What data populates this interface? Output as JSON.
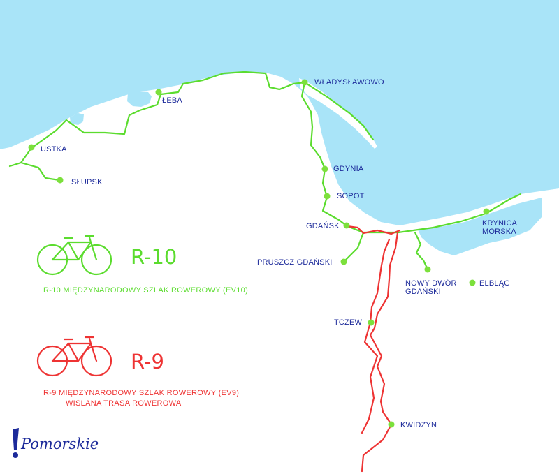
{
  "colors": {
    "sea": "#a9e4f8",
    "land": "#ffffff",
    "route_r10": "#5bdc2e",
    "route_r9": "#ee3333",
    "city_dot": "#7ce03c",
    "city_label": "#1c2a9a"
  },
  "cities": [
    {
      "id": "ustka",
      "label": "USTKA"
    },
    {
      "id": "slupsk",
      "label": "SŁUPSK"
    },
    {
      "id": "leba",
      "label": "ŁEBA"
    },
    {
      "id": "wladyslawowo",
      "label": "WŁADYSŁAWOWO"
    },
    {
      "id": "gdynia",
      "label": "GDYNIA"
    },
    {
      "id": "sopot",
      "label": "SOPOT"
    },
    {
      "id": "gdansk",
      "label": "GDAŃSK"
    },
    {
      "id": "pruszcz",
      "label": "PRUSZCZ GDAŃSKI"
    },
    {
      "id": "krynica",
      "label": "KRYNICA\nMORSKA"
    },
    {
      "id": "nowy_dwor",
      "label": "NOWY DWÓR\nGDAŃSKI"
    },
    {
      "id": "elblag",
      "label": "ELBLĄG"
    },
    {
      "id": "tczew",
      "label": "TCZEW"
    },
    {
      "id": "kwidzyn",
      "label": "KWIDZYN"
    }
  ],
  "legend": {
    "r10": {
      "code": "R-10",
      "description": "R-10 MIĘDZYNARODOWY SZLAK ROWEROWY (EV10)",
      "icon": "bicycle-icon"
    },
    "r9": {
      "code": "R-9",
      "description_line1": "R-9   MIĘDZYNARODOWY SZLAK  ROWEROWY (EV9)",
      "description_line2": "WIŚLANA TRASA ROWEROWA",
      "icon": "bicycle-icon"
    }
  },
  "logo": {
    "text": "Pomorskie",
    "icon": "exclamation-icon"
  }
}
